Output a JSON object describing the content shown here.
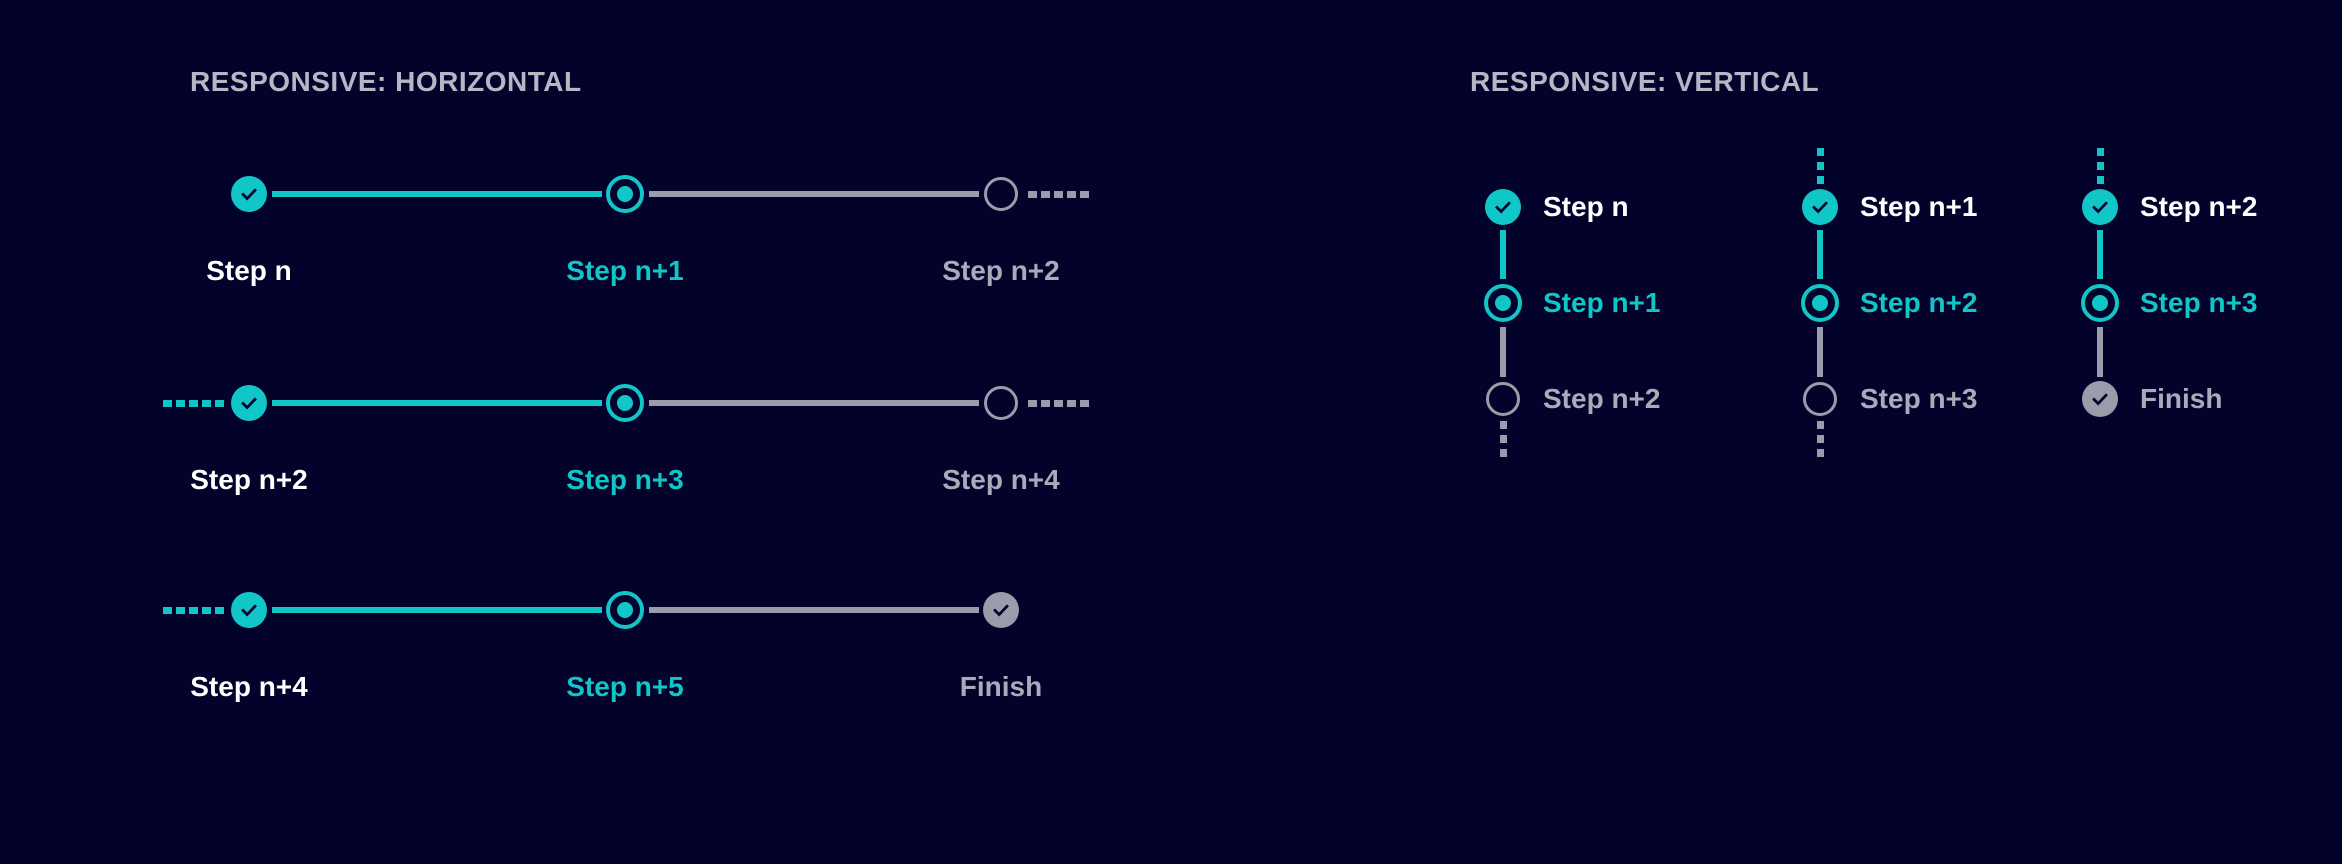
{
  "colors": {
    "background": "#02022B",
    "accent_cyan": "#10C6C6",
    "neutral_gray": "#9C9BAB",
    "label_future": "#ABAAB9",
    "label_done": "#FFFFFF",
    "heading": "#B7B6C4"
  },
  "horizontal": {
    "heading": "RESPONSIVE: HORIZONTAL",
    "rows": [
      {
        "leading_dashes": false,
        "trailing_dashes": true,
        "steps": [
          {
            "label": "Step n",
            "state": "done",
            "icon": "check-icon"
          },
          {
            "label": "Step n+1",
            "state": "current",
            "icon": "radio-dot-icon"
          },
          {
            "label": "Step n+2",
            "state": "future",
            "icon": "circle-outline-icon"
          }
        ]
      },
      {
        "leading_dashes": true,
        "trailing_dashes": true,
        "steps": [
          {
            "label": "Step n+2",
            "state": "done",
            "icon": "check-icon"
          },
          {
            "label": "Step n+3",
            "state": "current",
            "icon": "radio-dot-icon"
          },
          {
            "label": "Step n+4",
            "state": "future",
            "icon": "circle-outline-icon"
          }
        ]
      },
      {
        "leading_dashes": true,
        "trailing_dashes": false,
        "steps": [
          {
            "label": "Step n+4",
            "state": "done",
            "icon": "check-icon"
          },
          {
            "label": "Step n+5",
            "state": "current",
            "icon": "radio-dot-icon"
          },
          {
            "label": "Finish",
            "state": "finish",
            "icon": "check-icon"
          }
        ]
      }
    ]
  },
  "vertical": {
    "heading": "RESPONSIVE: VERTICAL",
    "columns": [
      {
        "leading_dashes": false,
        "trailing_dashes": true,
        "steps": [
          {
            "label": "Step n",
            "state": "done",
            "icon": "check-icon"
          },
          {
            "label": "Step n+1",
            "state": "current",
            "icon": "radio-dot-icon"
          },
          {
            "label": "Step n+2",
            "state": "future",
            "icon": "circle-outline-icon"
          }
        ]
      },
      {
        "leading_dashes": true,
        "trailing_dashes": true,
        "steps": [
          {
            "label": "Step n+1",
            "state": "done",
            "icon": "check-icon"
          },
          {
            "label": "Step n+2",
            "state": "current",
            "icon": "radio-dot-icon"
          },
          {
            "label": "Step n+3",
            "state": "future",
            "icon": "circle-outline-icon"
          }
        ]
      },
      {
        "leading_dashes": true,
        "trailing_dashes": false,
        "steps": [
          {
            "label": "Step n+2",
            "state": "done",
            "icon": "check-icon"
          },
          {
            "label": "Step n+3",
            "state": "current",
            "icon": "radio-dot-icon"
          },
          {
            "label": "Finish",
            "state": "finish",
            "icon": "check-icon"
          }
        ]
      }
    ]
  }
}
